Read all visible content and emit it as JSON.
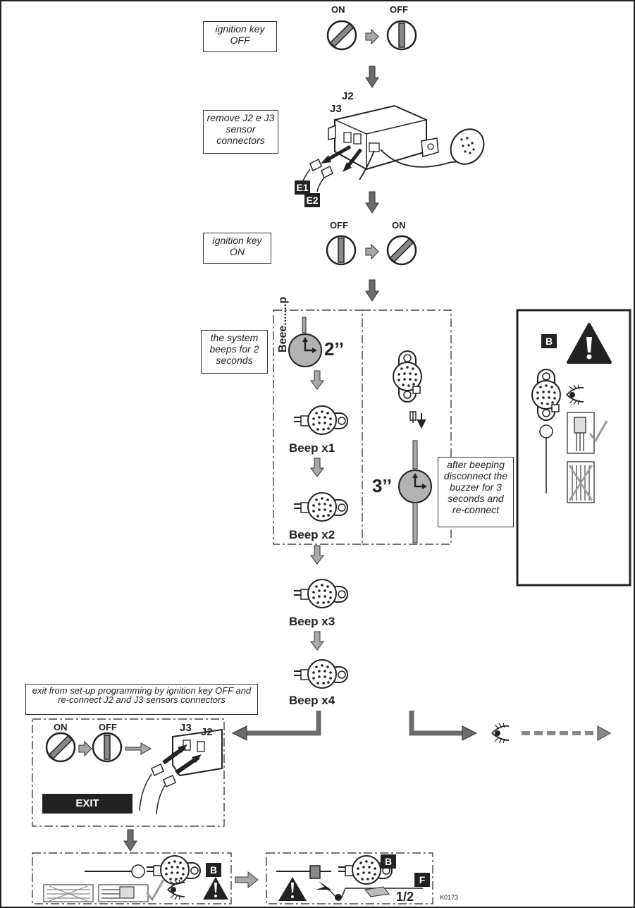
{
  "notes": {
    "key_off": "ignition key OFF",
    "remove": "remove J2 e J3 sensor connectors",
    "key_on": "ignition key ON",
    "beeps": "the system beeps for 2 seconds",
    "after": "after beeping disconnect the buzzer for 3 seconds and re-connect",
    "exit_note": "exit from set-up programming by ignition key OFF and re-connect J2 and J3 sensors connectors"
  },
  "labels": {
    "on": "ON",
    "off": "OFF",
    "j2": "J2",
    "j3": "J3",
    "e1": "E1",
    "e2": "E2",
    "beee": "Beee.......p",
    "two_sec": "2’’",
    "three_sec": "3’’",
    "beep1": "Beep x1",
    "beep2": "Beep x2",
    "beep3": "Beep x3",
    "beep4": "Beep x4",
    "exit": "EXIT",
    "b": "B",
    "f": "F",
    "half": "1/2",
    "code": "K0173"
  },
  "colors": {
    "arrow": "#6b6b6b",
    "arrow_light": "#a8a8a8",
    "clock": "#b3b3b3",
    "ink": "#222222"
  },
  "icons": [
    "ignition-key-icon",
    "arrow-icon",
    "control-unit-icon",
    "buzzer-icon",
    "clock-icon",
    "warning-icon",
    "eye-icon",
    "connector-icon",
    "clamp-icon"
  ]
}
